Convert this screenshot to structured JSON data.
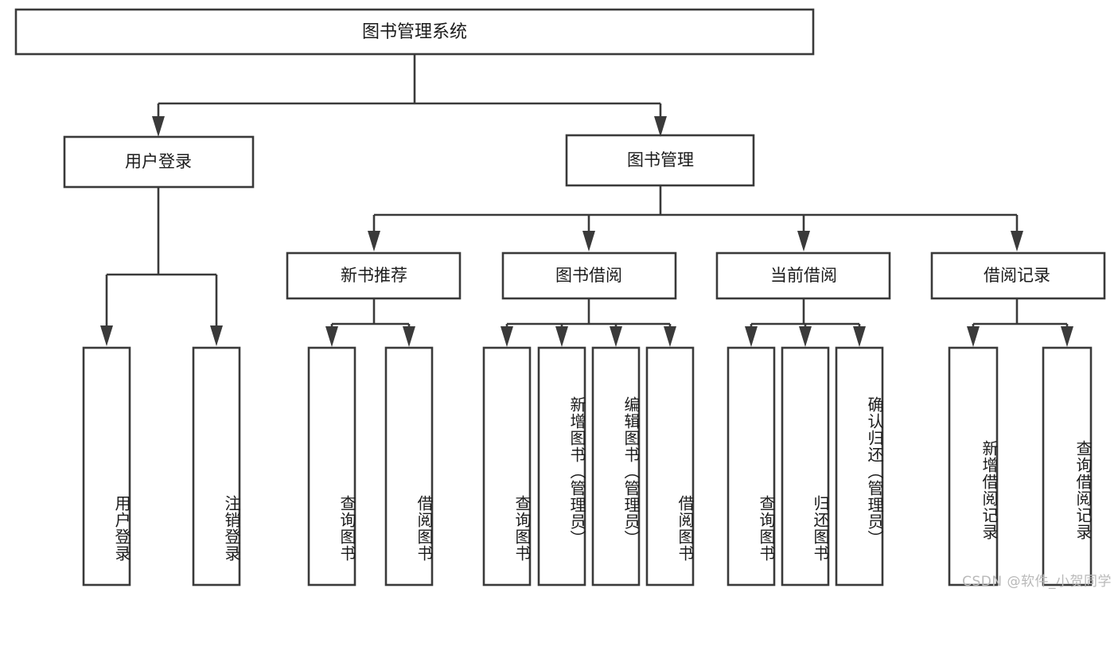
{
  "diagram": {
    "title": "图书管理系统",
    "type": "hierarchy-tree",
    "watermark": "CSDN @软件_小贺同学",
    "colors": {
      "stroke": "#3a3a3a",
      "fill": "#ffffff",
      "text": "#1b1b1b",
      "watermark": "#b9b9b9"
    },
    "root": {
      "label": "图书管理系统"
    },
    "level2": [
      {
        "label": "用户登录"
      },
      {
        "label": "图书管理"
      }
    ],
    "level3": [
      {
        "label": "新书推荐"
      },
      {
        "label": "图书借阅"
      },
      {
        "label": "当前借阅"
      },
      {
        "label": "借阅记录"
      }
    ],
    "leaves": {
      "user_login": [
        {
          "label": "用户登录"
        },
        {
          "label": "注销登录"
        }
      ],
      "new_book_recommend": [
        {
          "label": "查询图书"
        },
        {
          "label": "借阅图书"
        }
      ],
      "book_borrow": [
        {
          "label": "查询图书"
        },
        {
          "label": "新增图书（管理员）"
        },
        {
          "label": "编辑图书（管理员）"
        },
        {
          "label": "借阅图书"
        }
      ],
      "current_borrow": [
        {
          "label": "查询图书"
        },
        {
          "label": "归还图书"
        },
        {
          "label": "确认归还（管理员）"
        }
      ],
      "borrow_record": [
        {
          "label": "新增借阅记录"
        },
        {
          "label": "查询借阅记录"
        }
      ]
    }
  }
}
